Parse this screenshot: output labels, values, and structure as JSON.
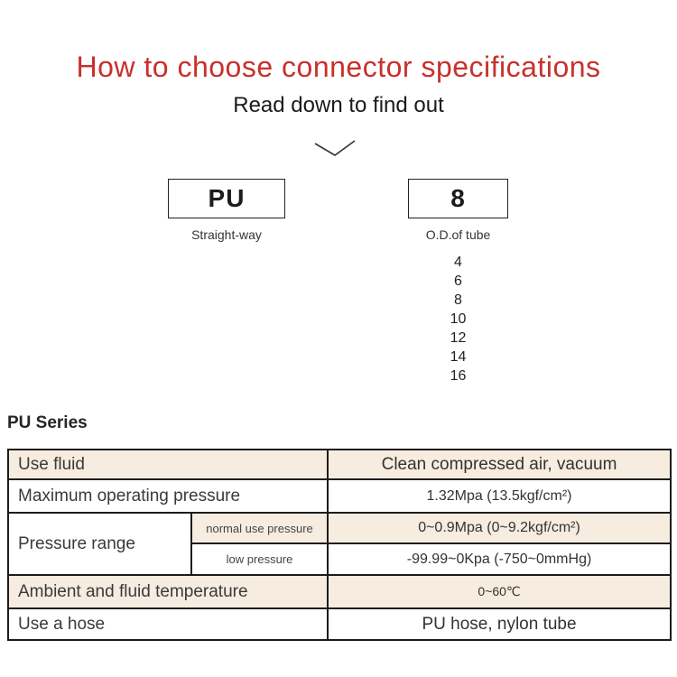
{
  "header": {
    "title": "How to choose connector specifications",
    "subtitle": "Read down to find out"
  },
  "selector": {
    "model_code": "PU",
    "model_label": "Straight-way",
    "size_code": "8",
    "size_label": "O.D.of tube",
    "size_options": [
      "4",
      "6",
      "8",
      "10",
      "12",
      "14",
      "16"
    ]
  },
  "series_heading": "PU Series",
  "spec_table": {
    "rows": [
      {
        "label": "Use fluid",
        "value": "Clean compressed air, vacuum"
      },
      {
        "label": "Maximum operating pressure",
        "value": "1.32Mpa (13.5kgf/cm²)"
      },
      {
        "label": "Pressure range",
        "sub": "normal use pressure",
        "value": "0~0.9Mpa (0~9.2kgf/cm²)"
      },
      {
        "sub": "low pressure",
        "value": "-99.99~0Kpa (-750~0mmHg)"
      },
      {
        "label": "Ambient and fluid temperature",
        "value": "0~60℃"
      },
      {
        "label": "Use a hose",
        "value": "PU hose, nylon tube"
      }
    ]
  },
  "colors": {
    "accent_red": "#c9302c",
    "row_beige": "#f6ecdf",
    "border": "#1c1c1c"
  }
}
